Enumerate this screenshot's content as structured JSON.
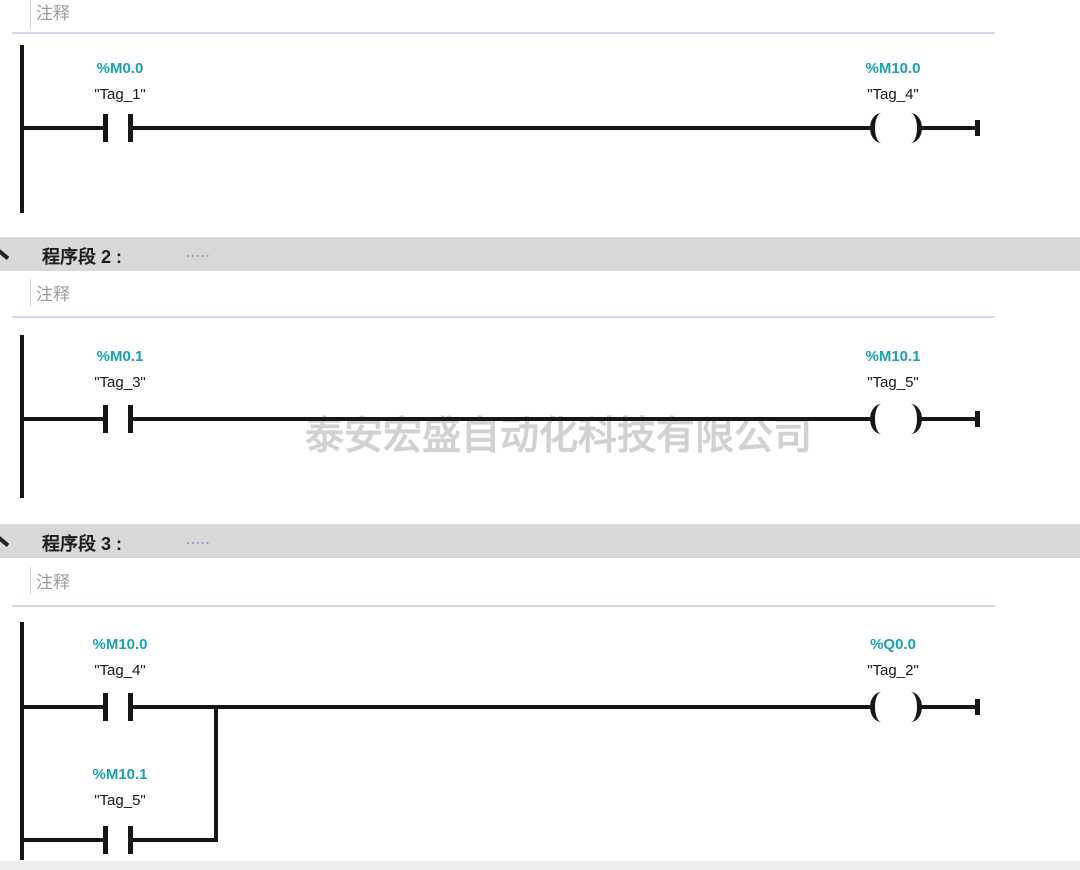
{
  "app": "plc-ladder-editor",
  "watermark_text": "泰安宏盛自动化科技有限公司",
  "colors": {
    "operand_teal": "#17a2ac",
    "header_bg": "#d8d8d8",
    "separator_lavender": "#d7d3ea",
    "comment_gray": "#9b9b9b",
    "wire_black": "#161616",
    "watermark_gray": "#c9c9c9"
  },
  "networks": [
    {
      "comment_placeholder": "注释",
      "contacts": [
        {
          "address": "%M0.0",
          "tag": "\"Tag_1\""
        }
      ],
      "coil": {
        "address": "%M10.0",
        "tag": "\"Tag_4\""
      }
    },
    {
      "title": "程序段 2 :",
      "title_placeholder": ".....",
      "comment_placeholder": "注释",
      "contacts": [
        {
          "address": "%M0.1",
          "tag": "\"Tag_3\""
        }
      ],
      "coil": {
        "address": "%M10.1",
        "tag": "\"Tag_5\""
      }
    },
    {
      "title": "程序段 3 :",
      "title_placeholder": ".....",
      "comment_placeholder": "注释",
      "contacts": [
        {
          "address": "%M10.0",
          "tag": "\"Tag_4\""
        },
        {
          "address": "%M10.1",
          "tag": "\"Tag_5\""
        }
      ],
      "coil": {
        "address": "%Q0.0",
        "tag": "\"Tag_2\""
      }
    }
  ]
}
